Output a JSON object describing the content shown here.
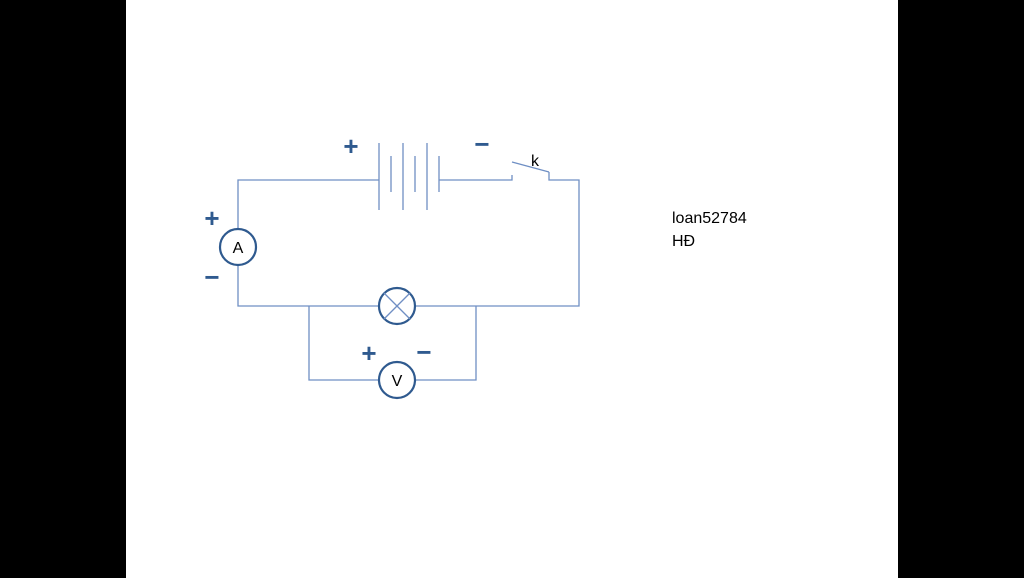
{
  "diagram": {
    "ammeter_label": "A",
    "voltmeter_label": "V",
    "switch_label": "k",
    "plus_sign": "+",
    "minus_sign": "−"
  },
  "notes": {
    "line1": "loan52784",
    "line2": "HĐ"
  }
}
